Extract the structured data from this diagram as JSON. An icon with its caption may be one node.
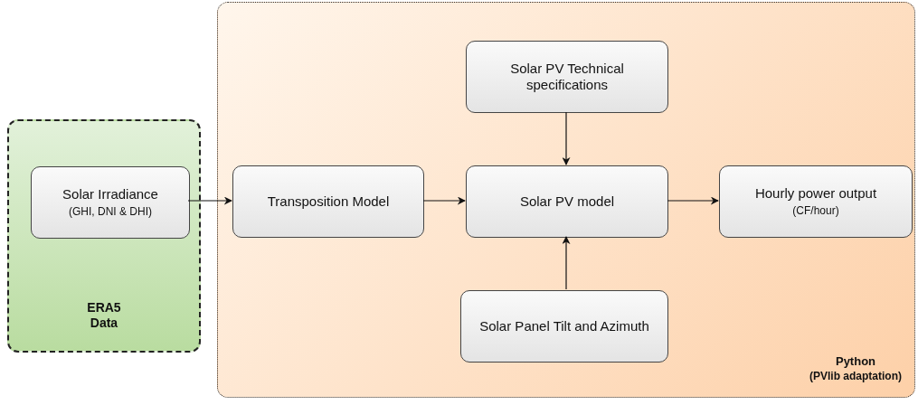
{
  "diagram": {
    "nodes": [
      {
        "text": [
          "ERA5 Data"
        ]
      },
      {
        "text": [
          "Solar Irradiance",
          "(GHI, DNI & DHI)"
        ],
        "in": 0
      },
      {
        "text": [
          "Python",
          "(PVlib adaptation)"
        ]
      },
      {
        "text": [
          "Solar PV Technical specifications"
        ],
        "in": 2
      },
      {
        "text": [
          "Transposition Model"
        ],
        "in": 2
      },
      {
        "text": [
          "Solar PV model"
        ],
        "in": 2
      },
      {
        "text": [
          "Hourly power output",
          "(CF/hour)"
        ],
        "in": 2
      },
      {
        "text": [
          "Solar Panel Tilt and Azimuth"
        ],
        "in": 2
      }
    ],
    "edges": [
      {
        "from": 1,
        "to": 4,
        "arrow": "to"
      },
      {
        "from": 4,
        "to": 5,
        "arrow": "to"
      },
      {
        "from": 3,
        "to": 5,
        "arrow": "to"
      },
      {
        "from": 7,
        "to": 5,
        "arrow": "to"
      },
      {
        "from": 5,
        "to": 6,
        "arrow": "to"
      }
    ]
  }
}
